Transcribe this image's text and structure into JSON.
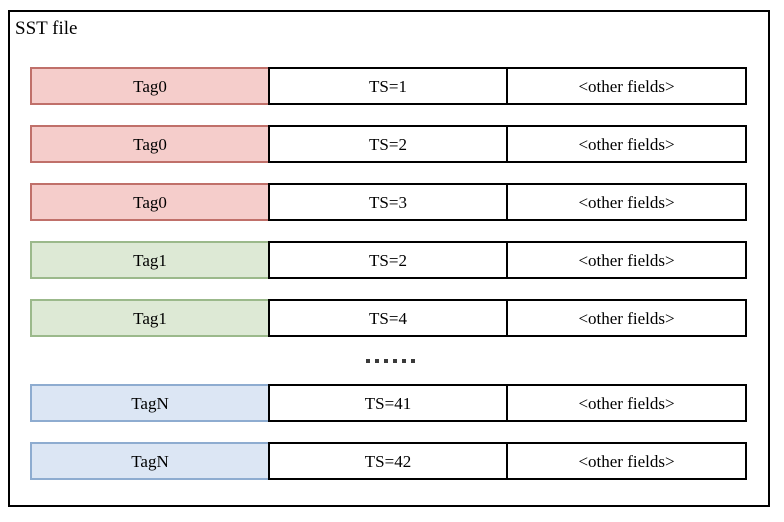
{
  "diagram": {
    "title": "SST file",
    "columns": [
      "tag",
      "timestamp",
      "other"
    ],
    "ellipsis_label": "......",
    "colors": {
      "red_fill": "#f5cdcb",
      "red_border": "#c0706a",
      "green_fill": "#dde9d5",
      "green_border": "#9bb98b",
      "blue_fill": "#dce6f4",
      "blue_border": "#8eacd0",
      "outline": "#000000",
      "background": "#ffffff"
    },
    "rows": [
      {
        "tag": "Tag0",
        "ts": "TS=1",
        "other": "<other fields>",
        "color": "red"
      },
      {
        "tag": "Tag0",
        "ts": "TS=2",
        "other": "<other fields>",
        "color": "red"
      },
      {
        "tag": "Tag0",
        "ts": "TS=3",
        "other": "<other fields>",
        "color": "red"
      },
      {
        "tag": "Tag1",
        "ts": "TS=2",
        "other": "<other fields>",
        "color": "green"
      },
      {
        "tag": "Tag1",
        "ts": "TS=4",
        "other": "<other fields>",
        "color": "green"
      },
      {
        "tag": "TagN",
        "ts": "TS=41",
        "other": "<other fields>",
        "color": "blue"
      },
      {
        "tag": "TagN",
        "ts": "TS=42",
        "other": "<other fields>",
        "color": "blue"
      }
    ]
  }
}
